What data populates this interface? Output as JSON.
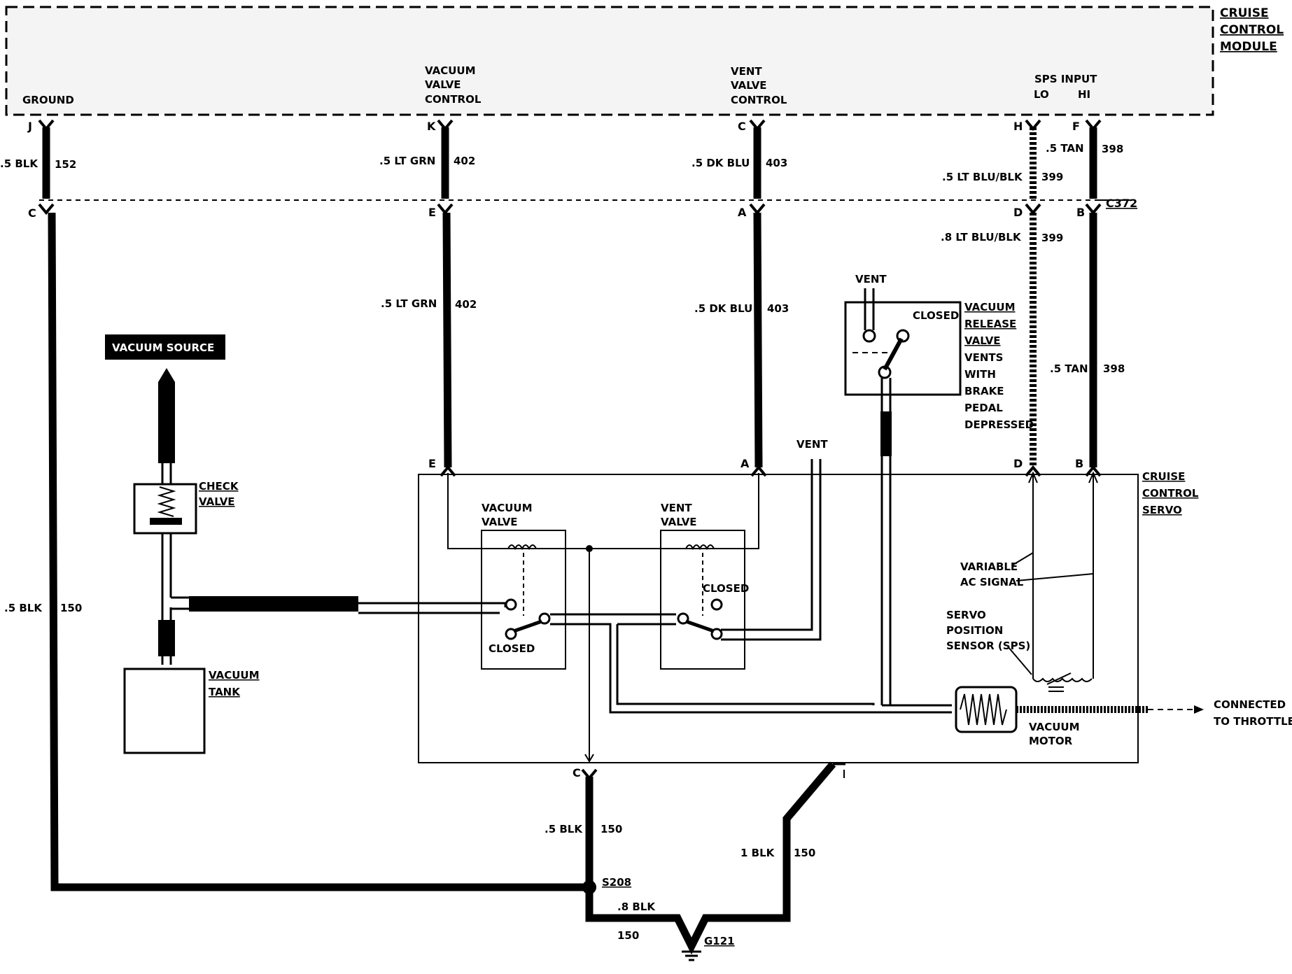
{
  "module": {
    "title_lines": [
      "CRUISE",
      "CONTROL",
      "MODULE"
    ],
    "ground_label": "GROUND",
    "vacuum_valve_control": [
      "VACUUM",
      "VALVE",
      "CONTROL"
    ],
    "vent_valve_control": [
      "VENT",
      "VALVE",
      "CONTROL"
    ],
    "sps_input": "SPS INPUT",
    "lo": "LO",
    "hi": "HI"
  },
  "pins_top": {
    "j": "J",
    "k": "K",
    "c": "C",
    "h": "H",
    "f": "F"
  },
  "pins_conn": {
    "c": "C",
    "e": "E",
    "a": "A",
    "d": "D",
    "b": "B",
    "name": "C372"
  },
  "wires": {
    "w152": {
      "color": ".5 BLK",
      "circuit": "152"
    },
    "w402a": {
      "color": ".5 LT GRN",
      "circuit": "402"
    },
    "w403a": {
      "color": ".5 DK BLU",
      "circuit": "403"
    },
    "w399a": {
      "color": ".5 LT BLU/BLK",
      "circuit": "399"
    },
    "w398a": {
      "color": ".5 TAN",
      "circuit": "398"
    },
    "w399b": {
      "color": ".8 LT BLU/BLK",
      "circuit": "399"
    },
    "w402b": {
      "color": ".5 LT GRN",
      "circuit": "402"
    },
    "w403b": {
      "color": ".5 DK BLU",
      "circuit": "403"
    },
    "w398b": {
      "color": ".5 TAN",
      "circuit": "398"
    },
    "w150a": {
      "color": ".5 BLK",
      "circuit": "150"
    },
    "w150b": {
      "color": ".5 BLK",
      "circuit": "150"
    },
    "w150c": {
      "color": "1 BLK",
      "circuit": "150"
    },
    "w150d": {
      "color": ".8 BLK",
      "circuit": "150"
    }
  },
  "release_valve": {
    "vent": "VENT",
    "closed": "CLOSED",
    "lines": [
      "VACUUM",
      "RELEASE",
      "VALVE",
      "VENTS",
      "WITH",
      "BRAKE",
      "PEDAL",
      "DEPRESSED"
    ]
  },
  "servo": {
    "title_lines": [
      "CRUISE",
      "CONTROL",
      "SERVO"
    ],
    "pin_e": "E",
    "pin_a": "A",
    "pin_d": "D",
    "pin_b": "B",
    "pin_c": "C",
    "vent": "VENT",
    "vacuum_valve": [
      "VACUUM",
      "VALVE"
    ],
    "vent_valve": [
      "VENT",
      "VALVE"
    ],
    "closed_left": "CLOSED",
    "closed_right": "CLOSED",
    "variable_ac": [
      "VARIABLE",
      "AC SIGNAL"
    ],
    "sps": [
      "SERVO",
      "POSITION",
      "SENSOR (SPS)"
    ],
    "vacuum_motor": [
      "VACUUM",
      "MOTOR"
    ],
    "throttle": [
      "CONNECTED",
      "TO THROTTLE"
    ]
  },
  "vacuum": {
    "source": "VACUUM SOURCE",
    "check_valve": [
      "CHECK",
      "VALVE"
    ],
    "tank": [
      "VACUUM",
      "TANK"
    ]
  },
  "ground": {
    "splice": "S208",
    "ground": "G121"
  }
}
